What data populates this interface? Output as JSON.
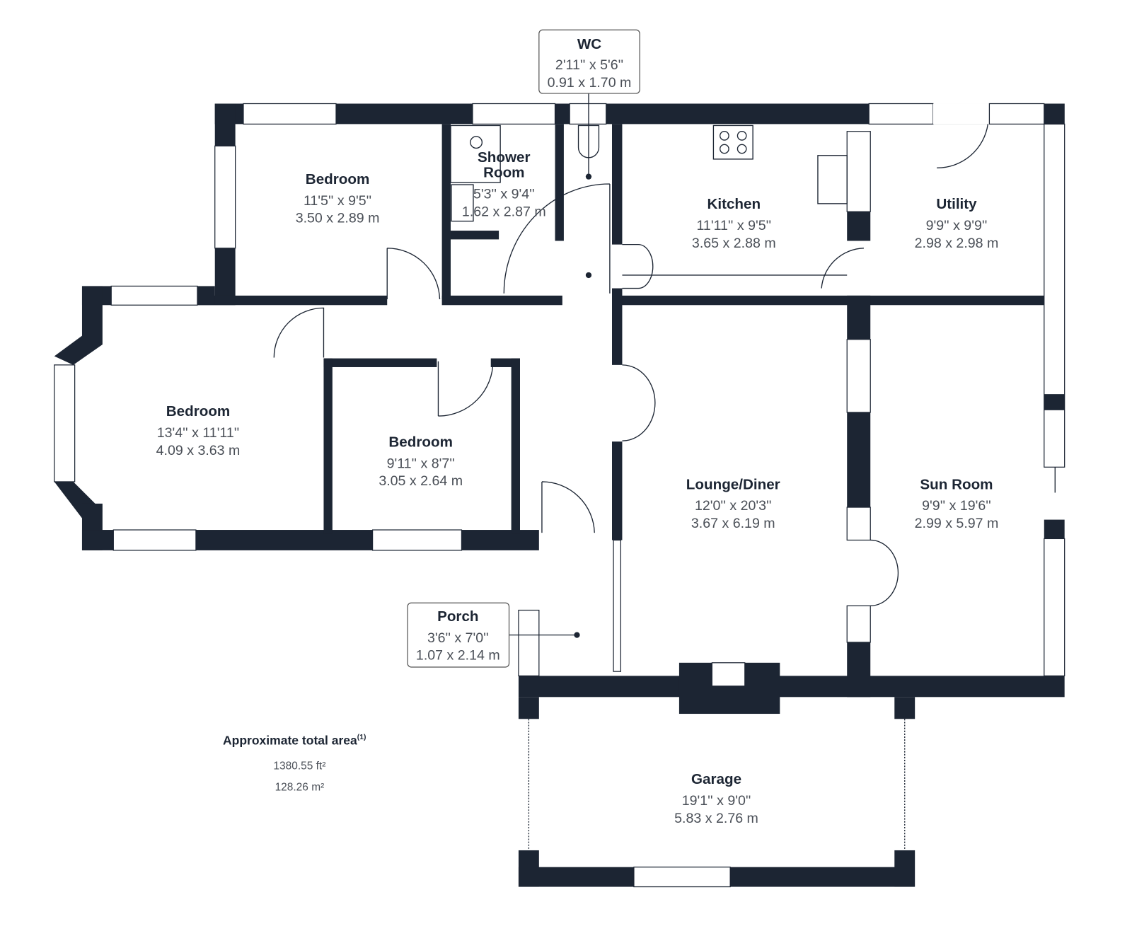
{
  "rooms": [
    {
      "name": "Bedroom",
      "imperial": "11'5'' x 9'5''",
      "metric": "3.50 x 2.89 m"
    },
    {
      "name": "Shower",
      "name2": "Room",
      "imperial": "5'3'' x 9'4''",
      "metric": "1.62 x 2.87 m"
    },
    {
      "name": "WC",
      "imperial": "2'11'' x 5'6''",
      "metric": "0.91 x 1.70 m"
    },
    {
      "name": "Kitchen",
      "imperial": "11'11'' x 9'5''",
      "metric": "3.65 x 2.88 m"
    },
    {
      "name": "Utility",
      "imperial": "9'9'' x 9'9''",
      "metric": "2.98 x 2.98 m"
    },
    {
      "name": "Bedroom",
      "imperial": "13'4'' x 11'11''",
      "metric": "4.09 x 3.63 m"
    },
    {
      "name": "Bedroom",
      "imperial": "9'11'' x 8'7''",
      "metric": "3.05 x 2.64 m"
    },
    {
      "name": "Lounge/Diner",
      "imperial": "12'0'' x 20'3''",
      "metric": "3.67 x 6.19 m"
    },
    {
      "name": "Sun Room",
      "imperial": "9'9'' x 19'6''",
      "metric": "2.99 x 5.97 m"
    },
    {
      "name": "Porch",
      "imperial": "3'6'' x 7'0''",
      "metric": "1.07 x 2.14 m"
    },
    {
      "name": "Garage",
      "imperial": "19'1'' x 9'0''",
      "metric": "5.83 x 2.76 m"
    }
  ],
  "total_area": {
    "title": "Approximate total area",
    "footnote": "(1)",
    "imperial": "1380.55 ft²",
    "metric": "128.26 m²"
  },
  "colors": {
    "wall": "#1c2533",
    "text": "#4a4f57"
  }
}
